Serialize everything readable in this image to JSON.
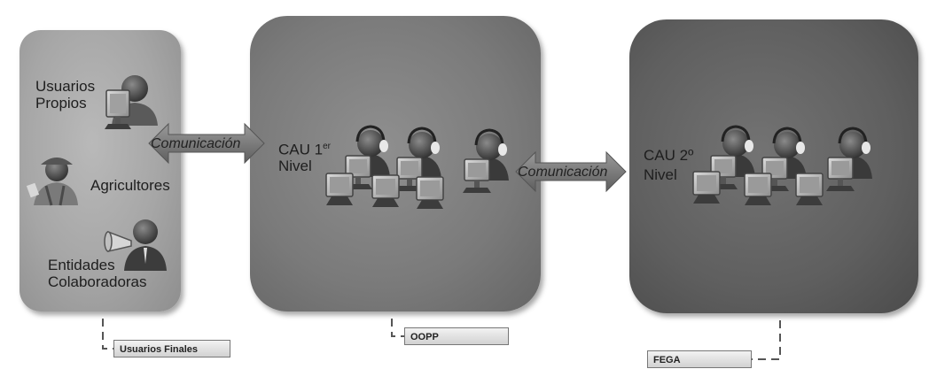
{
  "left_group": {
    "users_label": "Usuarios Propios",
    "users_label_l1": "Usuarios",
    "users_label_l2": "Propios",
    "farmers_label": "Agricultores",
    "entities_label_l1": "Entidades",
    "entities_label_l2": "Colaboradoras"
  },
  "center_group": {
    "title_l1": "CAU 1",
    "title_sup": "er",
    "title_l2": "Nivel"
  },
  "right_group": {
    "title_l1": "CAU 2º",
    "title_l2": "Nivel"
  },
  "arrows": {
    "left_label": "Comunicación",
    "right_label": "Comunicación"
  },
  "tags": {
    "users": "Usuarios Finales",
    "oopp": "OOPP",
    "fega": "FEGA"
  },
  "icons": [
    "user-at-computer-icon",
    "farmer-icon",
    "businessman-megaphone-icon",
    "call-agent-icon",
    "computer-monitor-icon"
  ],
  "colors": {
    "panel_light": "#a6a6a6",
    "panel_mid": "#7a7a7a",
    "panel_dark": "#5f5f5f",
    "arrow": "#7b7b7b"
  }
}
